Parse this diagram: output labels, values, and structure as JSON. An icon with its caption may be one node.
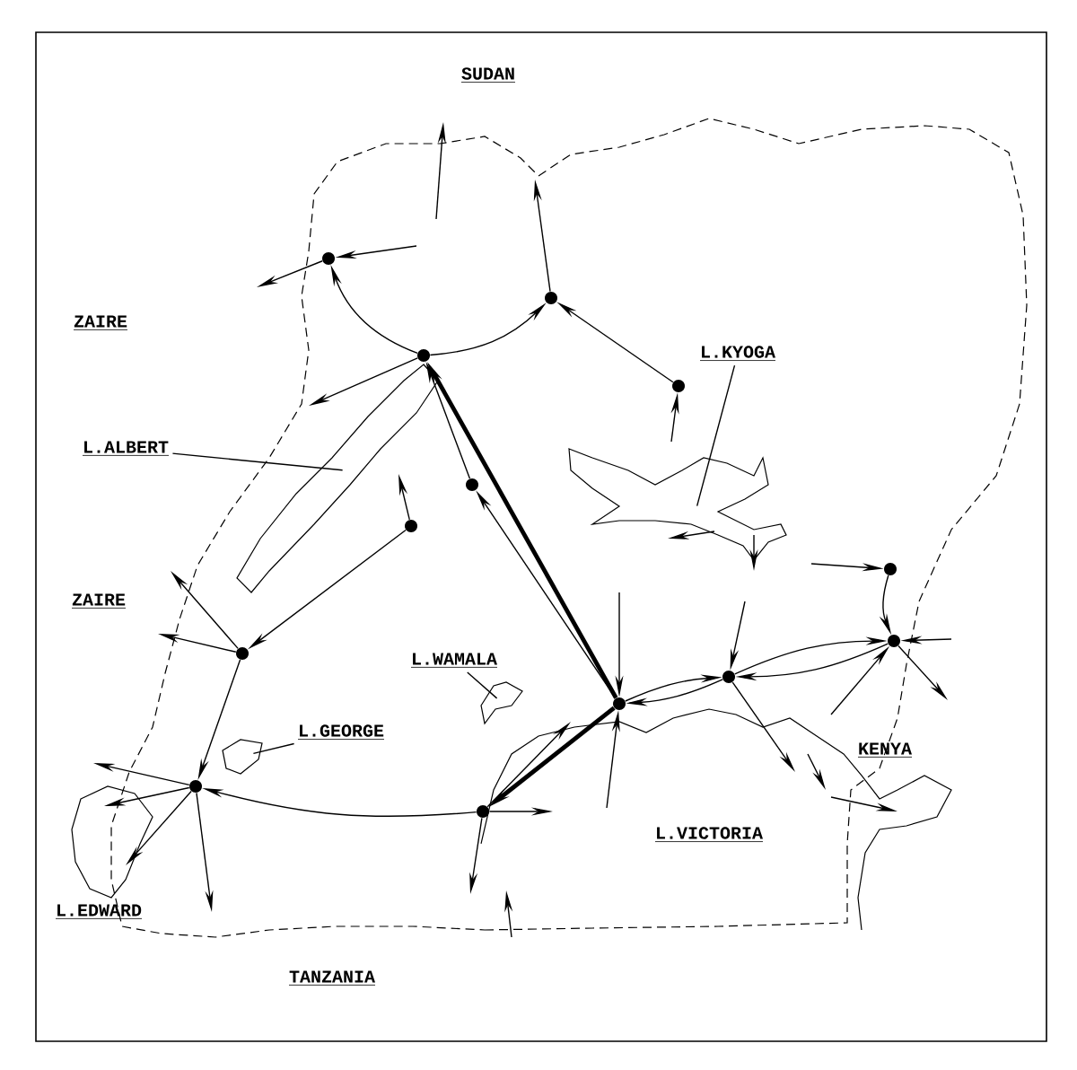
{
  "diagram": {
    "nodes": [
      {
        "text": [],
        "shape": "circle"
      },
      {
        "text": [],
        "shape": "circle"
      },
      {
        "text": [],
        "shape": "circle"
      },
      {
        "text": [
          "L.KYOGA"
        ]
      },
      {
        "text": [],
        "shape": "circle"
      },
      {
        "text": [
          "L.ALBERT"
        ]
      },
      {
        "text": [],
        "shape": "picture"
      },
      {
        "text": [],
        "shape": "circle"
      },
      {
        "text": [],
        "shape": "picture"
      },
      {
        "text": [],
        "shape": "circle"
      },
      {
        "text": [],
        "shape": "circle"
      },
      {
        "text": [],
        "shape": "circle"
      },
      {
        "text": [
          "L.WAMALA"
        ]
      },
      {
        "text": [],
        "shape": "circle"
      },
      {
        "text": [],
        "shape": "circle"
      },
      {
        "text": [],
        "shape": "picture"
      },
      {
        "text": [],
        "shape": "circle"
      },
      {
        "text": [
          "L.GEORGE"
        ]
      },
      {
        "text": [],
        "shape": "picture"
      },
      {
        "text": [],
        "shape": "circle"
      },
      {
        "text": [],
        "shape": "circle"
      }
    ],
    "edges": [
      {
        "from": 2,
        "to": 1,
        "arrow": "to"
      },
      {
        "from": 4,
        "to": 1,
        "arrow": "to"
      },
      {
        "from": 2,
        "to": 0,
        "arrow": "to"
      },
      {
        "from": 7,
        "to": 2,
        "arrow": "to"
      },
      {
        "from": 16,
        "to": 2,
        "arrow": "to",
        "style": "thick"
      },
      {
        "from": 16,
        "to": 7,
        "arrow": "to"
      },
      {
        "from": 9,
        "to": 11,
        "arrow": "to"
      },
      {
        "from": 11,
        "to": 19,
        "arrow": "to"
      },
      {
        "from": 20,
        "to": 19,
        "arrow": "to"
      },
      {
        "from": 16,
        "to": 20,
        "arrow": "to",
        "style": "thick"
      },
      {
        "from": 14,
        "to": 16,
        "arrow": "to"
      },
      {
        "from": 16,
        "to": 14,
        "arrow": "to"
      },
      {
        "from": 14,
        "to": 13,
        "arrow": "to"
      },
      {
        "from": 13,
        "to": 14,
        "arrow": "to"
      },
      {
        "from": 10,
        "to": 13,
        "arrow": "to"
      },
      {
        "from": 1,
        "to": null,
        "arrow": "to"
      },
      {
        "from": null,
        "to": 0,
        "arrow": "to"
      },
      {
        "from": 0,
        "to": null,
        "arrow": "to"
      },
      {
        "from": 2,
        "to": null,
        "arrow": "to"
      },
      {
        "from": 9,
        "to": null,
        "arrow": "to"
      },
      {
        "from": 11,
        "to": null,
        "arrow": "to"
      },
      {
        "from": 11,
        "to": null,
        "arrow": "to"
      },
      {
        "from": 19,
        "to": null,
        "arrow": "to"
      },
      {
        "from": 19,
        "to": null,
        "arrow": "to"
      },
      {
        "from": 19,
        "to": null,
        "arrow": "to"
      },
      {
        "from": 19,
        "to": null,
        "arrow": "to"
      },
      {
        "from": 20,
        "to": null,
        "arrow": "to"
      },
      {
        "from": 20,
        "to": null,
        "arrow": "to"
      },
      {
        "from": 20,
        "to": null,
        "arrow": "to"
      },
      {
        "from": null,
        "to": 16,
        "arrow": "to"
      },
      {
        "from": null,
        "to": 16,
        "arrow": "to"
      },
      {
        "from": null,
        "to": 14,
        "arrow": "to"
      },
      {
        "from": 14,
        "to": null,
        "arrow": "to"
      },
      {
        "from": null,
        "to": 13,
        "arrow": "to"
      },
      {
        "from": null,
        "to": 13,
        "arrow": "to"
      },
      {
        "from": 13,
        "to": null,
        "arrow": "to"
      },
      {
        "from": null,
        "to": 10,
        "arrow": "to"
      },
      {
        "from": null,
        "to": 4,
        "arrow": "to"
      },
      {
        "from": 3,
        "to": 8,
        "arrow": "none"
      },
      {
        "from": 5,
        "to": 6,
        "arrow": "none"
      },
      {
        "from": 12,
        "to": 15,
        "arrow": "none"
      },
      {
        "from": 17,
        "to": 18,
        "arrow": "none"
      }
    ],
    "labels": [
      "SUDAN",
      "ZAIRE",
      "ZAIRE",
      "KENYA",
      "L.VICTORIA",
      "L.EDWARD",
      "TANZANIA"
    ]
  }
}
